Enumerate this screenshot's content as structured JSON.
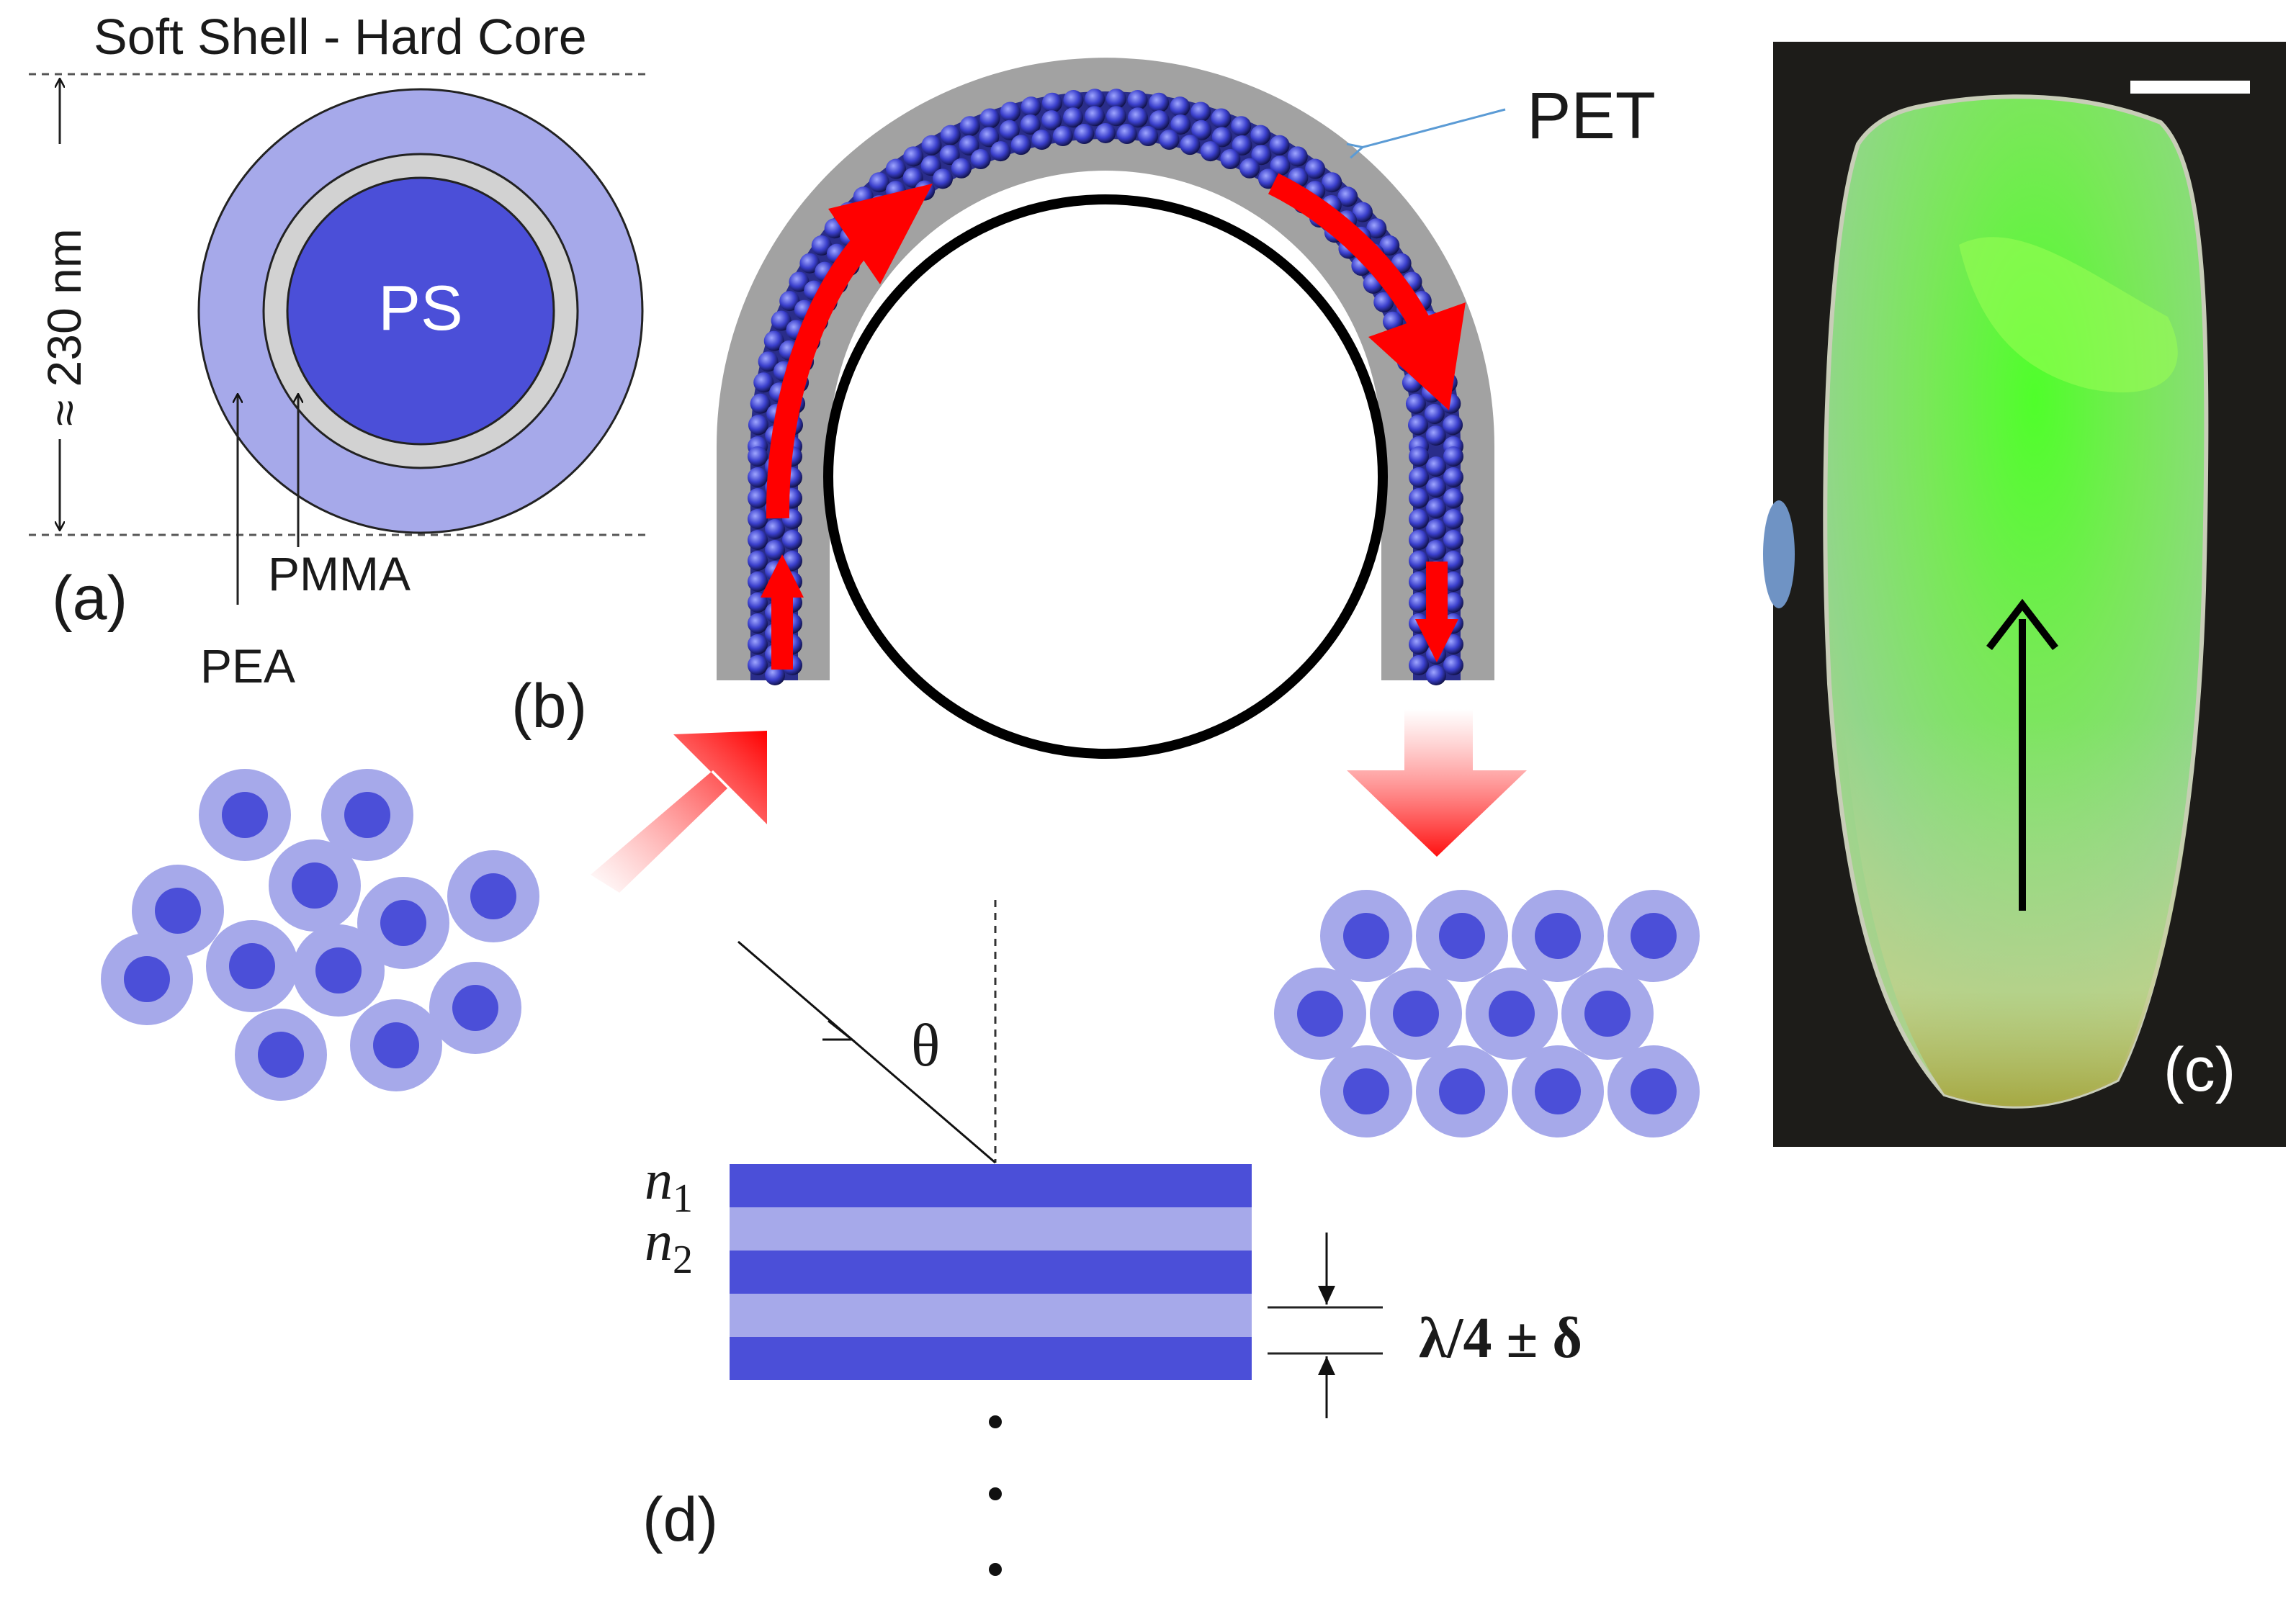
{
  "panel_a": {
    "title": "Soft Shell - Hard Core",
    "diameter_label": "≈ 230 nm",
    "core_label": "PS",
    "interlayer_label": "PMMA",
    "shell_label": "PEA",
    "panel_label": "(a)"
  },
  "panel_b": {
    "film_label": "PET",
    "panel_label": "(b)"
  },
  "panel_c": {
    "panel_label": "(c)"
  },
  "panel_d": {
    "angle_label": "θ",
    "n1_label": "n",
    "n1_sub": "1",
    "n2_label": "n",
    "n2_sub": "2",
    "spacing_label": "λ/4 ± δ",
    "panel_label": "(d)"
  },
  "colors": {
    "core": "#4b4fd8",
    "shell": "#a6a9ea",
    "interlayer": "#d2d2d2",
    "pet": "#a2a2a2",
    "arrow": "#ff0000",
    "photo_background": "#1d1c19",
    "film_green": "#7ee85a"
  }
}
